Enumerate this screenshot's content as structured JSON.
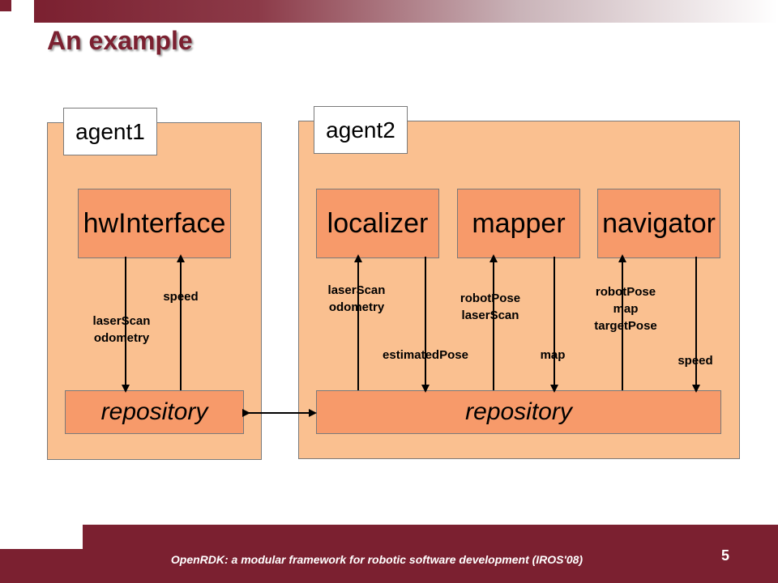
{
  "slide": {
    "title": "An example",
    "page_number": "5",
    "footer": "OpenRDK: a modular framework for robotic software development (IROS'08)"
  },
  "agent1": {
    "tab_label": "agent1",
    "module": "hwInterface",
    "repository": "repository",
    "down_label": [
      "laserScan",
      "odometry"
    ],
    "up_label": [
      "speed"
    ]
  },
  "agent2": {
    "tab_label": "agent2",
    "modules": [
      "localizer",
      "mapper",
      "navigator"
    ],
    "repository": "repository",
    "localizer_in": [
      "laserScan",
      "odometry"
    ],
    "localizer_out": [
      "estimatedPose"
    ],
    "mapper_in": [
      "robotPose",
      "laserScan"
    ],
    "mapper_out": [
      "map"
    ],
    "navigator_in": [
      "robotPose",
      "map",
      "targetPose"
    ],
    "navigator_out": [
      "speed"
    ]
  },
  "colors": {
    "brand": "#7b2030",
    "panel": "#fac090",
    "module": "#f79a6a"
  }
}
